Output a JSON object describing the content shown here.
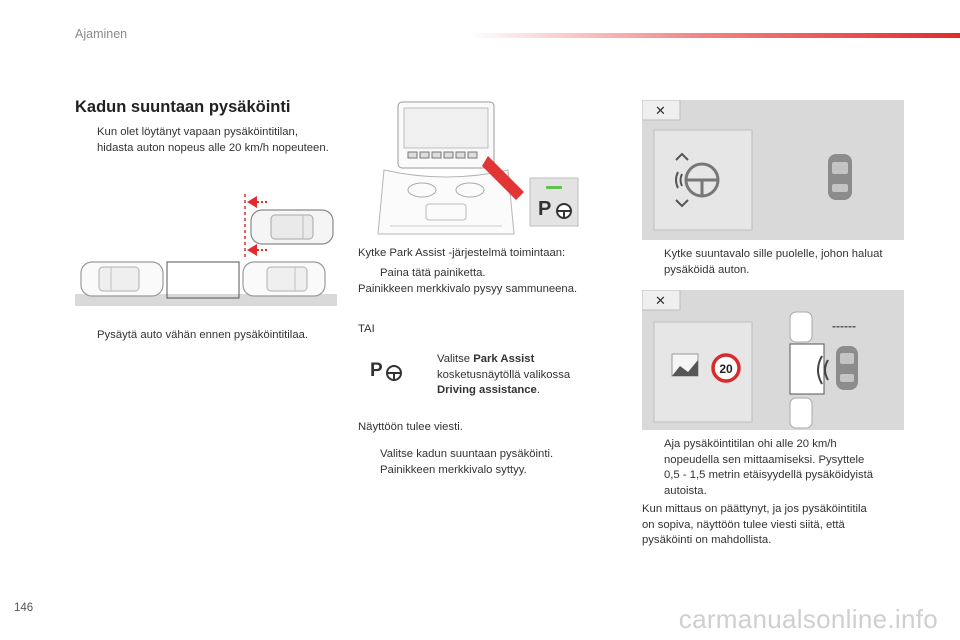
{
  "header": {
    "title": "Ajaminen"
  },
  "section": {
    "title": "Kadun suuntaan pysäköinti"
  },
  "bullet_symbol": "",
  "col1": {
    "step1": "Kun olet löytänyt vapaan pysäköintitilan, hidasta auton nopeus alle 20 km/h nopeuteen.",
    "step2": "Pysäytä auto vähän ennen pysäköintitilaa."
  },
  "col2": {
    "intro": "Kytke Park Assist -järjestelmä toimintaan:",
    "press": "Paina tätä painiketta.",
    "press_note": "Painikkeen merkkivalo pysyy sammuneena.",
    "or": "TAI",
    "select_prefix": "Valitse ",
    "select_bold": "Park Assist",
    "select_mid": "kosketusnäytöllä valikossa",
    "select_menu": "Driving assistance",
    "select_end": ".",
    "message": "Näyttöön tulee viesti.",
    "select_parallel": "Valitse kadun suuntaan pysäköinti.",
    "select_parallel_note": "Painikkeen merkkivalo syttyy."
  },
  "col3": {
    "indicator": "Kytke suuntavalo sille puolelle, johon haluat pysäköidä auton.",
    "drive_line1": "Aja pysäköintitilan ohi alle 20 km/h",
    "drive_line2": "nopeudella sen mittaamiseksi. Pysyttele",
    "drive_line3": "0,5 - 1,5 metrin etäisyydellä pysäköidyistä",
    "drive_line4": "autoista.",
    "result_line1": "Kun mittaus on päättynyt, ja jos pysäköintitila",
    "result_line2": "on sopiva, näyttöön tulee viesti siitä, että",
    "result_line3": "pysäköinti on mahdollista."
  },
  "display": {
    "close_glyph": "✕",
    "speed_value": "20",
    "dash_glyph": "------"
  },
  "button_glyph": "P",
  "footer": {
    "page_number": "146",
    "watermark": "carmanualsonline.info"
  },
  "colors": {
    "accent_red": "#e32a2a",
    "panel_gray": "#d9d9d9",
    "speed_ring": "#d92b2b",
    "button_green": "#5fc24a"
  }
}
